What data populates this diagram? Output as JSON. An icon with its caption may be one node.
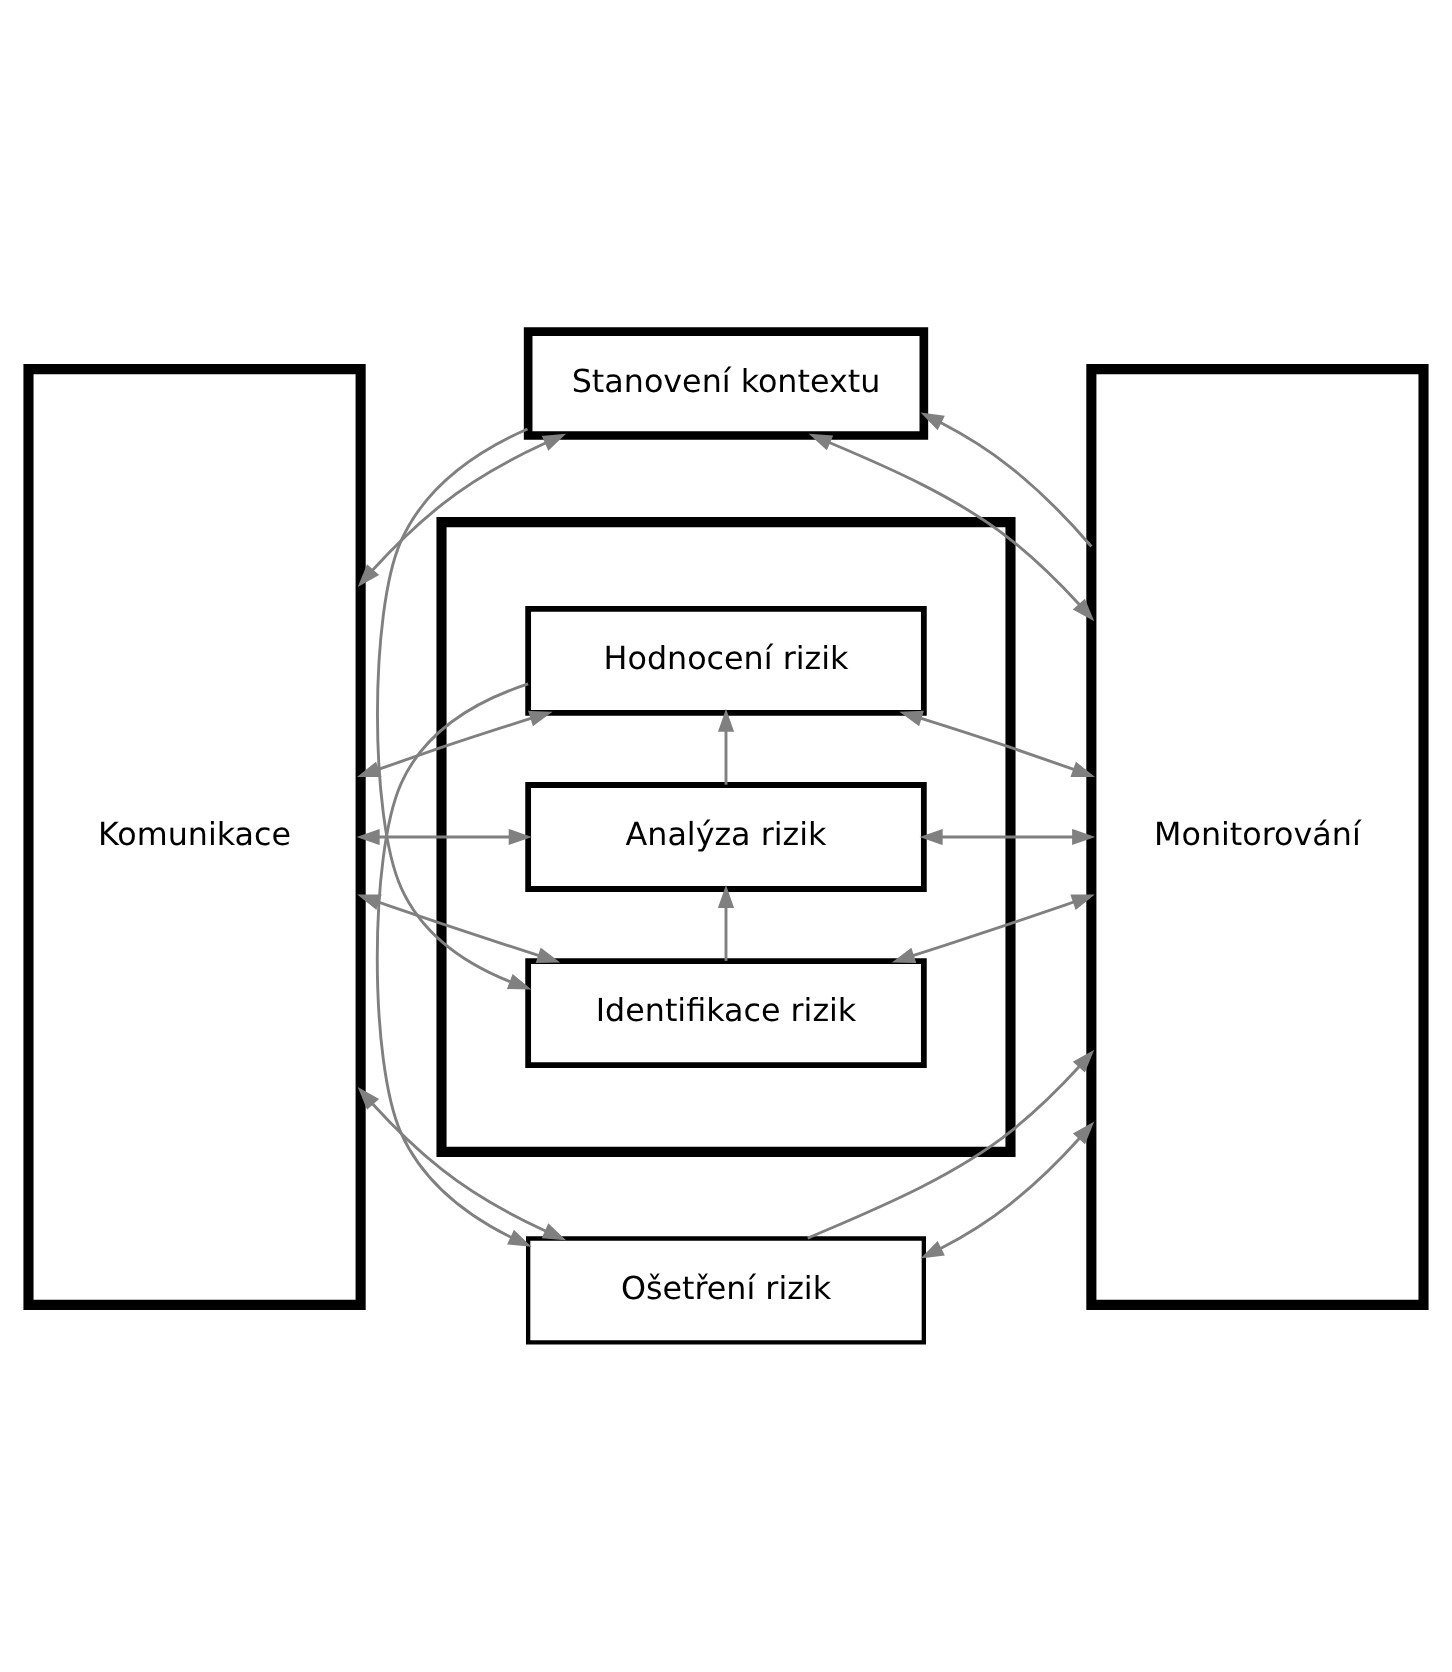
{
  "diagram": {
    "nodes": [
      {
        "text": [
          "Komunikace"
        ]
      },
      {
        "text": [
          "Stanovení kontextu"
        ]
      },
      {
        "text": [],
        "shape": "box"
      },
      {
        "text": [
          "Identifikace rizik"
        ],
        "in": 2
      },
      {
        "text": [
          "Analýza rizik"
        ],
        "in": 2
      },
      {
        "text": [
          "Hodnocení rizik"
        ],
        "in": 2
      },
      {
        "text": [
          "Ošetření rizik"
        ]
      },
      {
        "text": [
          "Monitorování"
        ]
      }
    ],
    "edges": [
      {
        "from": 0,
        "to": 1,
        "arrow": "both"
      },
      {
        "from": 1,
        "to": 7,
        "arrow": "both"
      },
      {
        "from": 7,
        "to": 1,
        "arrow": "to"
      },
      {
        "from": 1,
        "to": 3,
        "arrow": "to"
      },
      {
        "from": 0,
        "to": 3,
        "arrow": "both"
      },
      {
        "from": 3,
        "to": 7,
        "arrow": "both"
      },
      {
        "from": 3,
        "to": 4,
        "arrow": "to"
      },
      {
        "from": 0,
        "to": 4,
        "arrow": "both"
      },
      {
        "from": 4,
        "to": 7,
        "arrow": "both"
      },
      {
        "from": 4,
        "to": 5,
        "arrow": "to"
      },
      {
        "from": 0,
        "to": 5,
        "arrow": "both"
      },
      {
        "from": 5,
        "to": 7,
        "arrow": "both"
      },
      {
        "from": 5,
        "to": 6,
        "arrow": "to"
      },
      {
        "from": 0,
        "to": 6,
        "arrow": "both"
      },
      {
        "from": 6,
        "to": 7,
        "arrow": "both"
      },
      {
        "from": 6,
        "to": 7,
        "arrow": "to"
      }
    ]
  }
}
